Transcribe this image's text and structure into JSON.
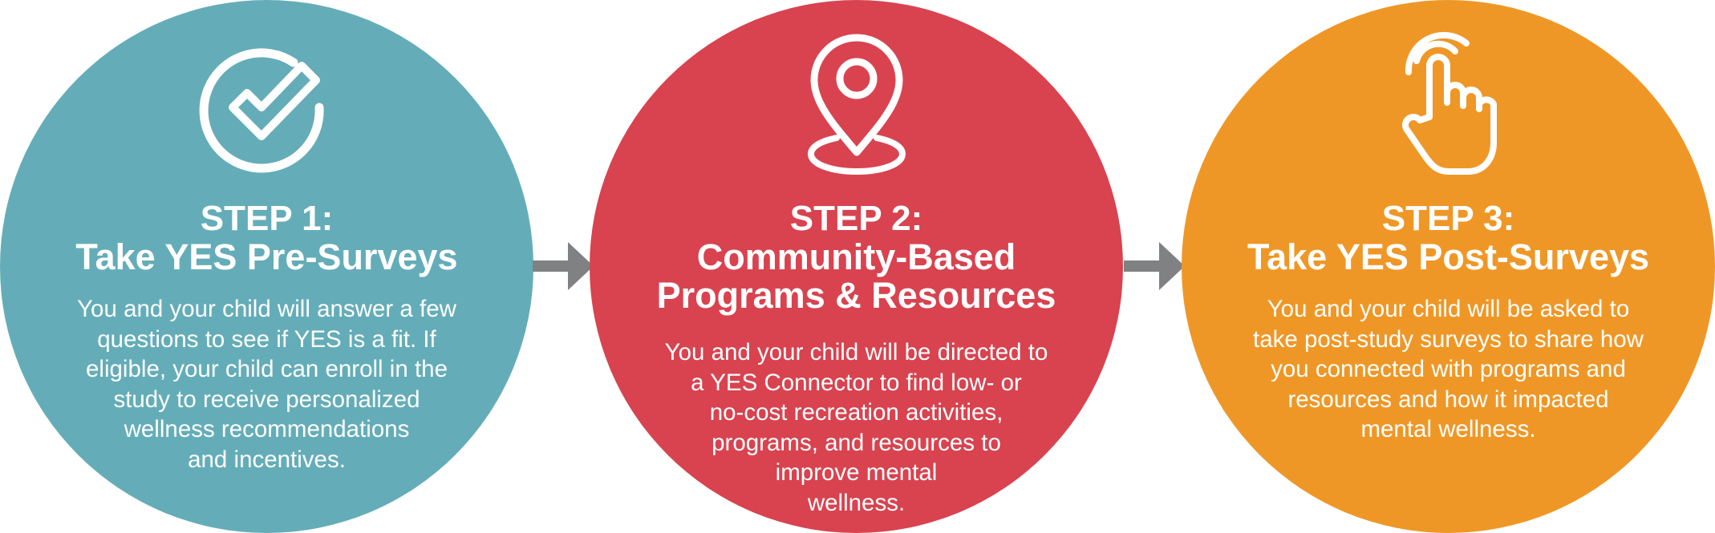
{
  "colors": {
    "step1": "#64adb8",
    "step2": "#d8434f",
    "step3": "#ef9726",
    "arrow": "#7f8183",
    "text": "#ffffff"
  },
  "steps": [
    {
      "icon": "checkmark-circle-icon",
      "step_label": "STEP 1:",
      "title_lines": [
        "Take YES Pre-Surveys"
      ],
      "description_lines": [
        "You and your child will answer a few",
        "questions to see if YES is a fit. If",
        "eligible, your child can enroll in the",
        "study to receive personalized",
        "wellness recommendations",
        "and incentives."
      ]
    },
    {
      "icon": "location-pin-icon",
      "step_label": "STEP 2:",
      "title_lines": [
        "Community-Based",
        "Programs & Resources"
      ],
      "description_lines": [
        "You and your child will be directed to",
        "a YES Connector to find low- or",
        "no-cost recreation activities,",
        "programs, and resources to",
        "improve mental",
        "wellness."
      ]
    },
    {
      "icon": "tap-hand-icon",
      "step_label": "STEP 3:",
      "title_lines": [
        "Take YES Post-Surveys"
      ],
      "description_lines": [
        "You and your child will be asked to",
        "take post-study surveys to share how",
        "you connected with programs and",
        "resources and how it impacted",
        "mental wellness."
      ]
    }
  ]
}
